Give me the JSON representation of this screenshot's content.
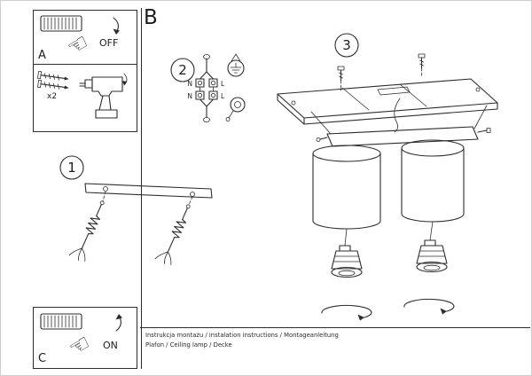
{
  "colors": {
    "ink": "#2d2d2d",
    "bg": "#ffffff"
  },
  "left_column": {
    "panel_a": {
      "label": "A",
      "switch_state": "OFF"
    },
    "panel_tools": {
      "screw_count": "x2"
    },
    "panel_c": {
      "label": "C",
      "switch_state": "ON"
    }
  },
  "main": {
    "section_label": "B",
    "step1": {
      "number": "1"
    },
    "step2": {
      "number": "2",
      "terminal_labels": {
        "top_left": "N",
        "top_right": "L",
        "bottom_left": "N",
        "bottom_right": "L"
      }
    },
    "step3": {
      "number": "3"
    }
  },
  "footer": {
    "line1": "Instrukcja montażu / instalation instructions / Montageanleitung",
    "line2": "Plafon / Ceiling lamp / Decke"
  }
}
